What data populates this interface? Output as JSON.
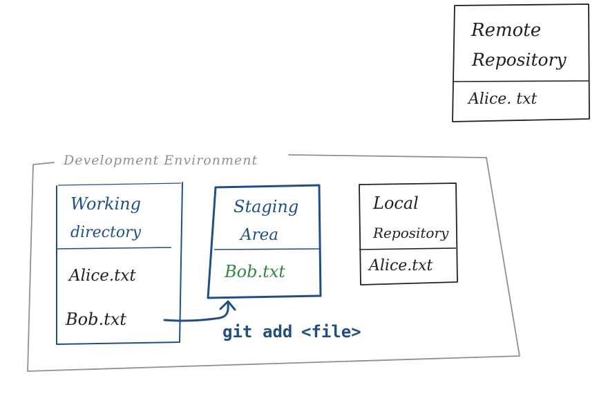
{
  "colors": {
    "black": "#1f1f1f",
    "gray": "#8a9096",
    "blue": "#1f4f86",
    "green": "#2f8a3a",
    "background": "#ffffff"
  },
  "remote": {
    "title_line1": "Remote",
    "title_line2": "Repository",
    "file": "Alice. txt"
  },
  "environment": {
    "label": "Development Environment"
  },
  "working_directory": {
    "title_line1": "Working",
    "title_line2": "directory",
    "file1": "Alice.txt",
    "file2": "Bob.txt"
  },
  "staging": {
    "title_line1": "Staging",
    "title_line2": "Area",
    "file": "Bob.txt"
  },
  "local": {
    "title_line1": "Local",
    "title_line2": "Repository",
    "file": "Alice.txt"
  },
  "command": {
    "git": "git",
    "add": "add",
    "arg": "<file>"
  }
}
